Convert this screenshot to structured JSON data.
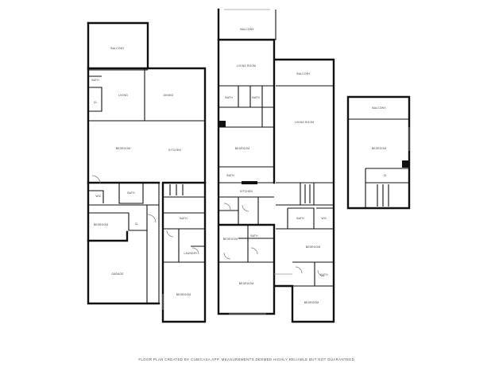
{
  "footer": {
    "disclaimer": "FLOOR PLAN CREATED BY CUBICASA APP. MEASUREMENTS DEEMED HIGHLY RELIABLE BUT NOT GUARANTEED."
  },
  "rooms": {
    "a1": "BALCONY",
    "a2": "BATH",
    "a3": "CL",
    "a4": "LIVING",
    "a5": "DINING",
    "a6": "BEDROOM",
    "a7": "KITCHEN",
    "a8": "WIC",
    "a9": "BATH",
    "a10": "BEDROOM",
    "a11": "GARAGE",
    "a12": "CL",
    "a13": "BATH",
    "a14": "LAUNDRY",
    "a15": "BEDROOM",
    "b1": "BALCONY",
    "b2": "LIVING ROOM",
    "b3": "BATH",
    "b4": "BATH",
    "b5": "BEDROOM",
    "b6": "BATH",
    "b7": "KITCHEN",
    "b8": "BATH",
    "b9": "BEDROOM",
    "b10": "BEDROOM",
    "c1": "BALCONY",
    "c2": "LIVING ROOM",
    "c3": "BATH",
    "c4": "WIC",
    "c5": "BEDROOM",
    "c6": "BATH",
    "c7": "BEDROOM",
    "d1": "BALCONY",
    "d2": "BEDROOM",
    "d3": "CL"
  }
}
